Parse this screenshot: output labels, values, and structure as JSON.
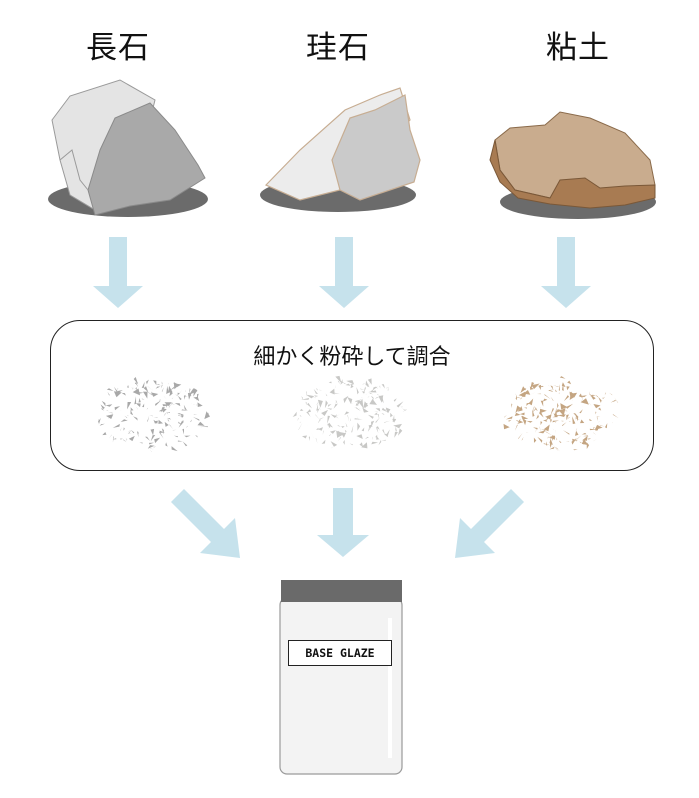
{
  "materials": [
    {
      "name": "長石",
      "fragment_color": "#a8a8a8"
    },
    {
      "name": "珪石",
      "fragment_color": "#c8c8c6"
    },
    {
      "name": "粘土",
      "fragment_color": "#c4a582"
    }
  ],
  "process": {
    "label": "細かく粉砕して調合"
  },
  "product": {
    "label": "BASE GLAZE"
  },
  "colors": {
    "arrow": "#c6e2ec",
    "shadow": "#6b6b6b",
    "jar_lid": "#6a6a6a",
    "jar_body": "#f3f3f3",
    "feldspar_light": "#e4e4e4",
    "feldspar_dark": "#a9a9a9",
    "quartz_light": "#ececec",
    "quartz_dark": "#cacaca",
    "clay_light": "#c9ac8e",
    "clay_dark": "#a87b52"
  }
}
